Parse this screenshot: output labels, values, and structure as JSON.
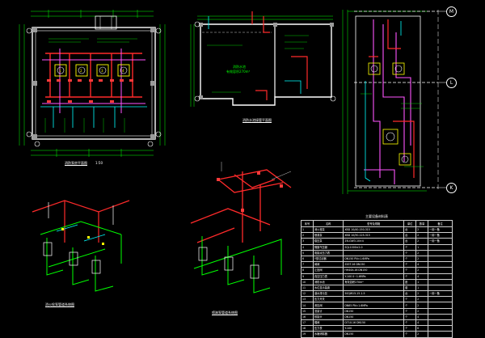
{
  "grid_bubbles": [
    "M",
    "L",
    "K"
  ],
  "plan_1": {
    "title": "消防泵房平面图",
    "scale": "1:50",
    "pump_numbers": [
      "1",
      "2",
      "3",
      "4"
    ]
  },
  "plan_2": {
    "title": "消防水池接管平面图",
    "pool_label": "消防水池",
    "volume_label": "有效容积270m³"
  },
  "iso_1": {
    "title": "消火栓泵管道系统图"
  },
  "iso_2": {
    "title": "喷淋泵管道系统图"
  },
  "equipment_table": {
    "title": "主要设备材料表",
    "headers": [
      "序号",
      "名称",
      "型号及规格",
      "单位",
      "数量",
      "备注"
    ],
    "rows": [
      [
        "1",
        "消火栓泵",
        "XBD 10/40-150-315",
        "台",
        "2",
        "一用一备"
      ],
      [
        "2",
        "喷淋泵",
        "XBD 10/30-125-315",
        "台",
        "2",
        "一用一备"
      ],
      [
        "3",
        "稳压泵",
        "25LGW3-10×4",
        "台",
        "2",
        "一用一备"
      ],
      [
        "4",
        "隔膜气压罐",
        "SQL1000×2.0",
        "个",
        "1",
        ""
      ],
      [
        "5",
        "电接点压力表",
        "",
        "个",
        "2",
        ""
      ],
      [
        "6",
        "Y型过滤器",
        "DN150  PN=1.6MPa",
        "个",
        "2",
        ""
      ],
      [
        "7",
        "闸阀",
        "Z45T-16 DN150",
        "个",
        "4",
        ""
      ],
      [
        "8",
        "止回阀",
        "HH44X-16 DN150",
        "个",
        "2",
        ""
      ],
      [
        "9",
        "真空压力表",
        "Y-100 0~1.6MPa",
        "个",
        "4",
        ""
      ],
      [
        "10",
        "消防水池",
        "有效容积270m³",
        "座",
        "1",
        ""
      ],
      [
        "11",
        "水位显示装置",
        "",
        "套",
        "1",
        ""
      ],
      [
        "12",
        "潜水排污泵",
        "50QW15-15-1.5",
        "台",
        "2",
        "一用一备"
      ],
      [
        "13",
        "压力开关",
        "",
        "个",
        "2",
        ""
      ],
      [
        "14",
        "泄压阀",
        "DN65  PN=1.6MPa",
        "个",
        "2",
        ""
      ],
      [
        "15",
        "流量计",
        "DN150",
        "个",
        "2",
        ""
      ],
      [
        "16",
        "软接头",
        "DN150",
        "个",
        "4",
        ""
      ],
      [
        "17",
        "蝶阀",
        "D71X-16 DN150",
        "个",
        "4",
        ""
      ],
      [
        "18",
        "压力表",
        "Y-100",
        "个",
        "6",
        ""
      ],
      [
        "19",
        "水锤消除器",
        "DN150",
        "个",
        "2",
        ""
      ]
    ]
  }
}
